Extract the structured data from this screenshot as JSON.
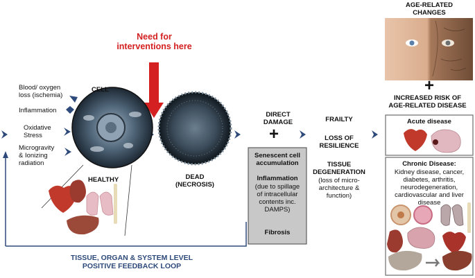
{
  "title_red": "Need for\ninterventions here",
  "stressors": [
    "Blood/ oxygen\nloss (ischemia)",
    "Inflammation",
    "Oxidative\nStress",
    "Microgravity\n& Ionizing\nradiation"
  ],
  "cell_label": "CELL",
  "healthy_label": "HEALTHY",
  "dead_label": "DEAD\n(NECROSIS)",
  "direct_damage": "DIRECT\nDAMAGE",
  "plus": "+",
  "grey_box": {
    "senescent": "Senescent cell\naccumulation",
    "inflammation_title": "Inflammation",
    "inflammation_detail": "(due to spillage\nof intracellular\ncontents inc.\nDAMPS)",
    "fibrosis": "Fibrosis"
  },
  "outcomes": {
    "frailty": "FRAILTY",
    "resilience": "LOSS OF\nRESILIENCE",
    "tissue_title": "TISSUE\nDEGENERATION",
    "tissue_detail": "(loss of micro-\narchitecture &\nfunction)"
  },
  "age_changes": "AGE-RELATED\nCHANGES",
  "risk_label": "INCREASED RISK OF\nAGE-RELATED DISEASE",
  "acute_title": "Acute disease",
  "chronic_title": "Chronic Disease:",
  "chronic_detail": "Kidney disease, cancer,\ndiabetes, arthritis,\nneurodegeneration,\ncardiovascular and liver\ndisease",
  "feedback_loop": "TISSUE, ORGAN & SYSTEM LEVEL\nPOSITIVE FEEDBACK LOOP",
  "colors": {
    "navy": "#2e4a7a",
    "red": "#d42020",
    "grey": "#c8c8c8",
    "pink": "#e8bcc4",
    "liver": "#9b4a3a"
  }
}
